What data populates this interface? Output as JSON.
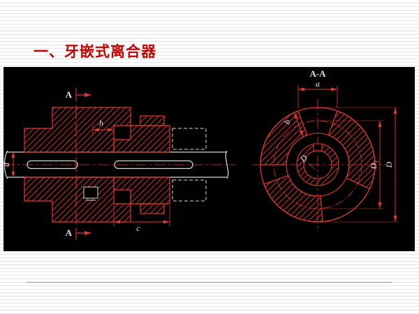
{
  "slide": {
    "title": "一、牙嵌式离合器"
  },
  "colors": {
    "accent_red": "#c00000",
    "drawing_line_red": "#e03a2e",
    "drawing_line_white": "#d8d8d8",
    "panel_background": "#000000"
  },
  "drawing": {
    "section_view_title": "A-A",
    "labels": {
      "section_top": "A",
      "section_bottom": "A",
      "h": "h",
      "d": "d",
      "c": "c",
      "a": "a",
      "b": "b",
      "bore": "D",
      "d1": "D₁",
      "outer": "D"
    }
  }
}
